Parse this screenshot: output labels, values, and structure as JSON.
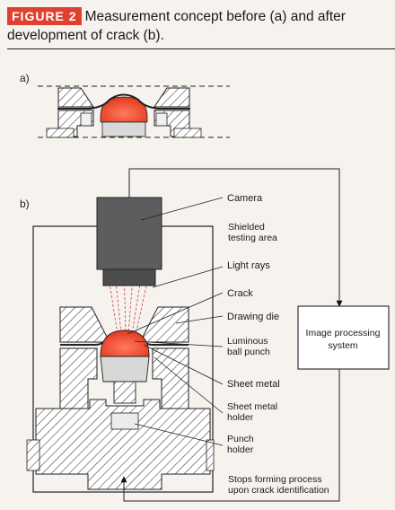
{
  "caption": {
    "badge": "FIGURE 2",
    "text": "Measurement concept before (a) and after development of crack (b)."
  },
  "panels": {
    "a": "a)",
    "b": "b)"
  },
  "labels": {
    "camera": "Camera",
    "shielded_1": "Shielded",
    "shielded_2": "testing area",
    "light_rays": "Light rays",
    "crack": "Crack",
    "drawing_die": "Drawing die",
    "luminous_1": "Luminous",
    "luminous_2": "ball punch",
    "sheet_metal": "Sheet metal",
    "holder_1": "Sheet metal",
    "holder_2": "holder",
    "punch_1": "Punch",
    "punch_2": "holder",
    "stops_1": "Stops forming process",
    "stops_2": "upon crack identification"
  },
  "image_processing": {
    "line1": "Image processing",
    "line2": "system"
  },
  "colors": {
    "punch": "#e8452e",
    "camera": "#5d5d5d",
    "accent": "#e0402f",
    "rays": "#d24040"
  }
}
